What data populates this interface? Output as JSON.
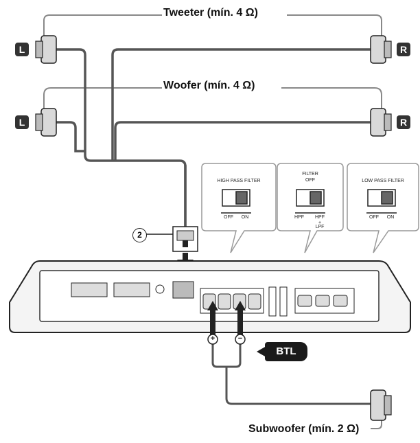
{
  "labels": {
    "tweeter": "Tweeter (mín. 4 Ω)",
    "woofer": "Woofer (mín. 4 Ω)",
    "subwoofer": "Subwoofer (mín. 2 Ω)",
    "left": "L",
    "right": "R",
    "btl": "BTL",
    "step": "2",
    "plus": "+",
    "minus": "−"
  },
  "switches": {
    "high_pass": {
      "title": "HIGH PASS FILTER",
      "left": "OFF",
      "right": "ON"
    },
    "filter": {
      "title": "FILTER",
      "top": "OFF",
      "left": "HPF",
      "right": "HPF",
      "right2": "+",
      "right3": "LPF"
    },
    "low_pass": {
      "title": "LOW PASS FILTER",
      "left": "OFF",
      "right": "ON"
    }
  },
  "colors": {
    "wire": "#555555",
    "wire_light": "#888888",
    "outline": "#222222"
  }
}
